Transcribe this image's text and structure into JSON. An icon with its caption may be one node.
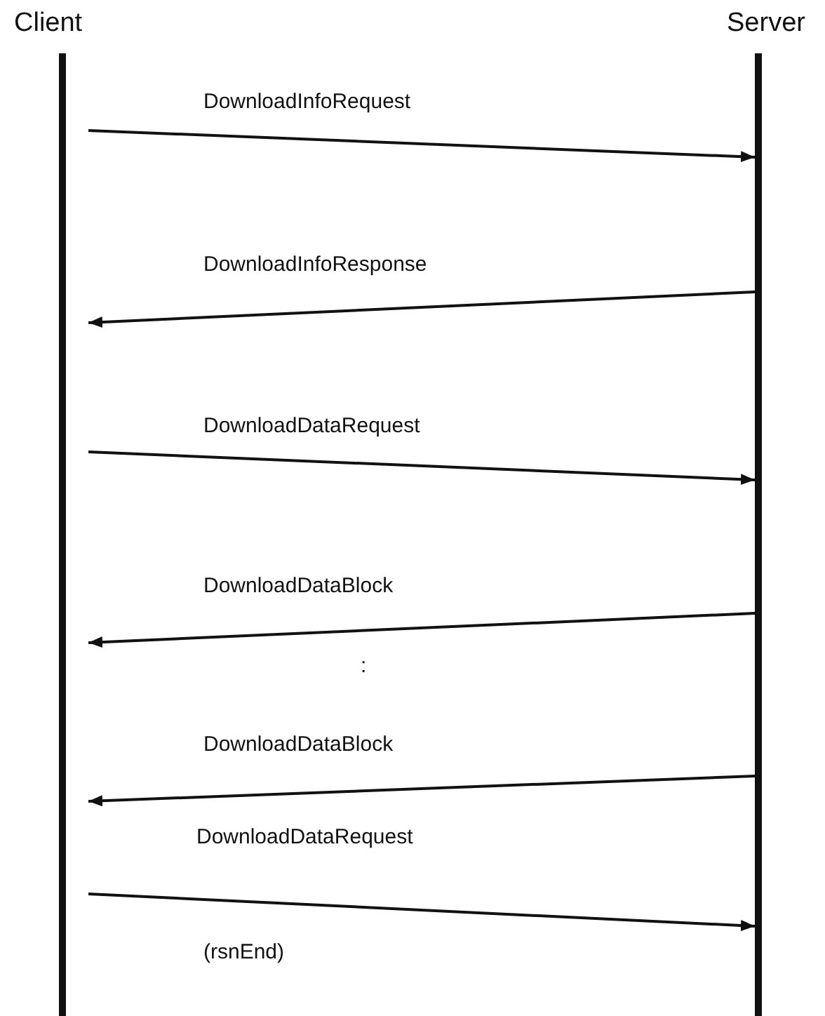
{
  "diagram": {
    "nodes": [
      {
        "text": [
          "Client"
        ]
      },
      {
        "text": [
          "Server"
        ]
      }
    ],
    "edges": [
      {
        "from": 0,
        "to": 1,
        "arrow": "to",
        "label": "DownloadInfoRequest"
      },
      {
        "from": 1,
        "to": 0,
        "arrow": "to",
        "label": "DownloadInfoResponse"
      },
      {
        "from": 0,
        "to": 1,
        "arrow": "to",
        "label": "DownloadDataRequest"
      },
      {
        "from": 1,
        "to": 0,
        "arrow": "to",
        "label": "DownloadDataBlock"
      },
      {
        "from": 1,
        "to": 0,
        "arrow": "to",
        "label": "DownloadDataBlock"
      },
      {
        "from": 0,
        "to": 1,
        "arrow": "to",
        "label": "DownloadDataRequest"
      }
    ],
    "labels": [
      ":",
      "(rsnEnd)"
    ]
  }
}
